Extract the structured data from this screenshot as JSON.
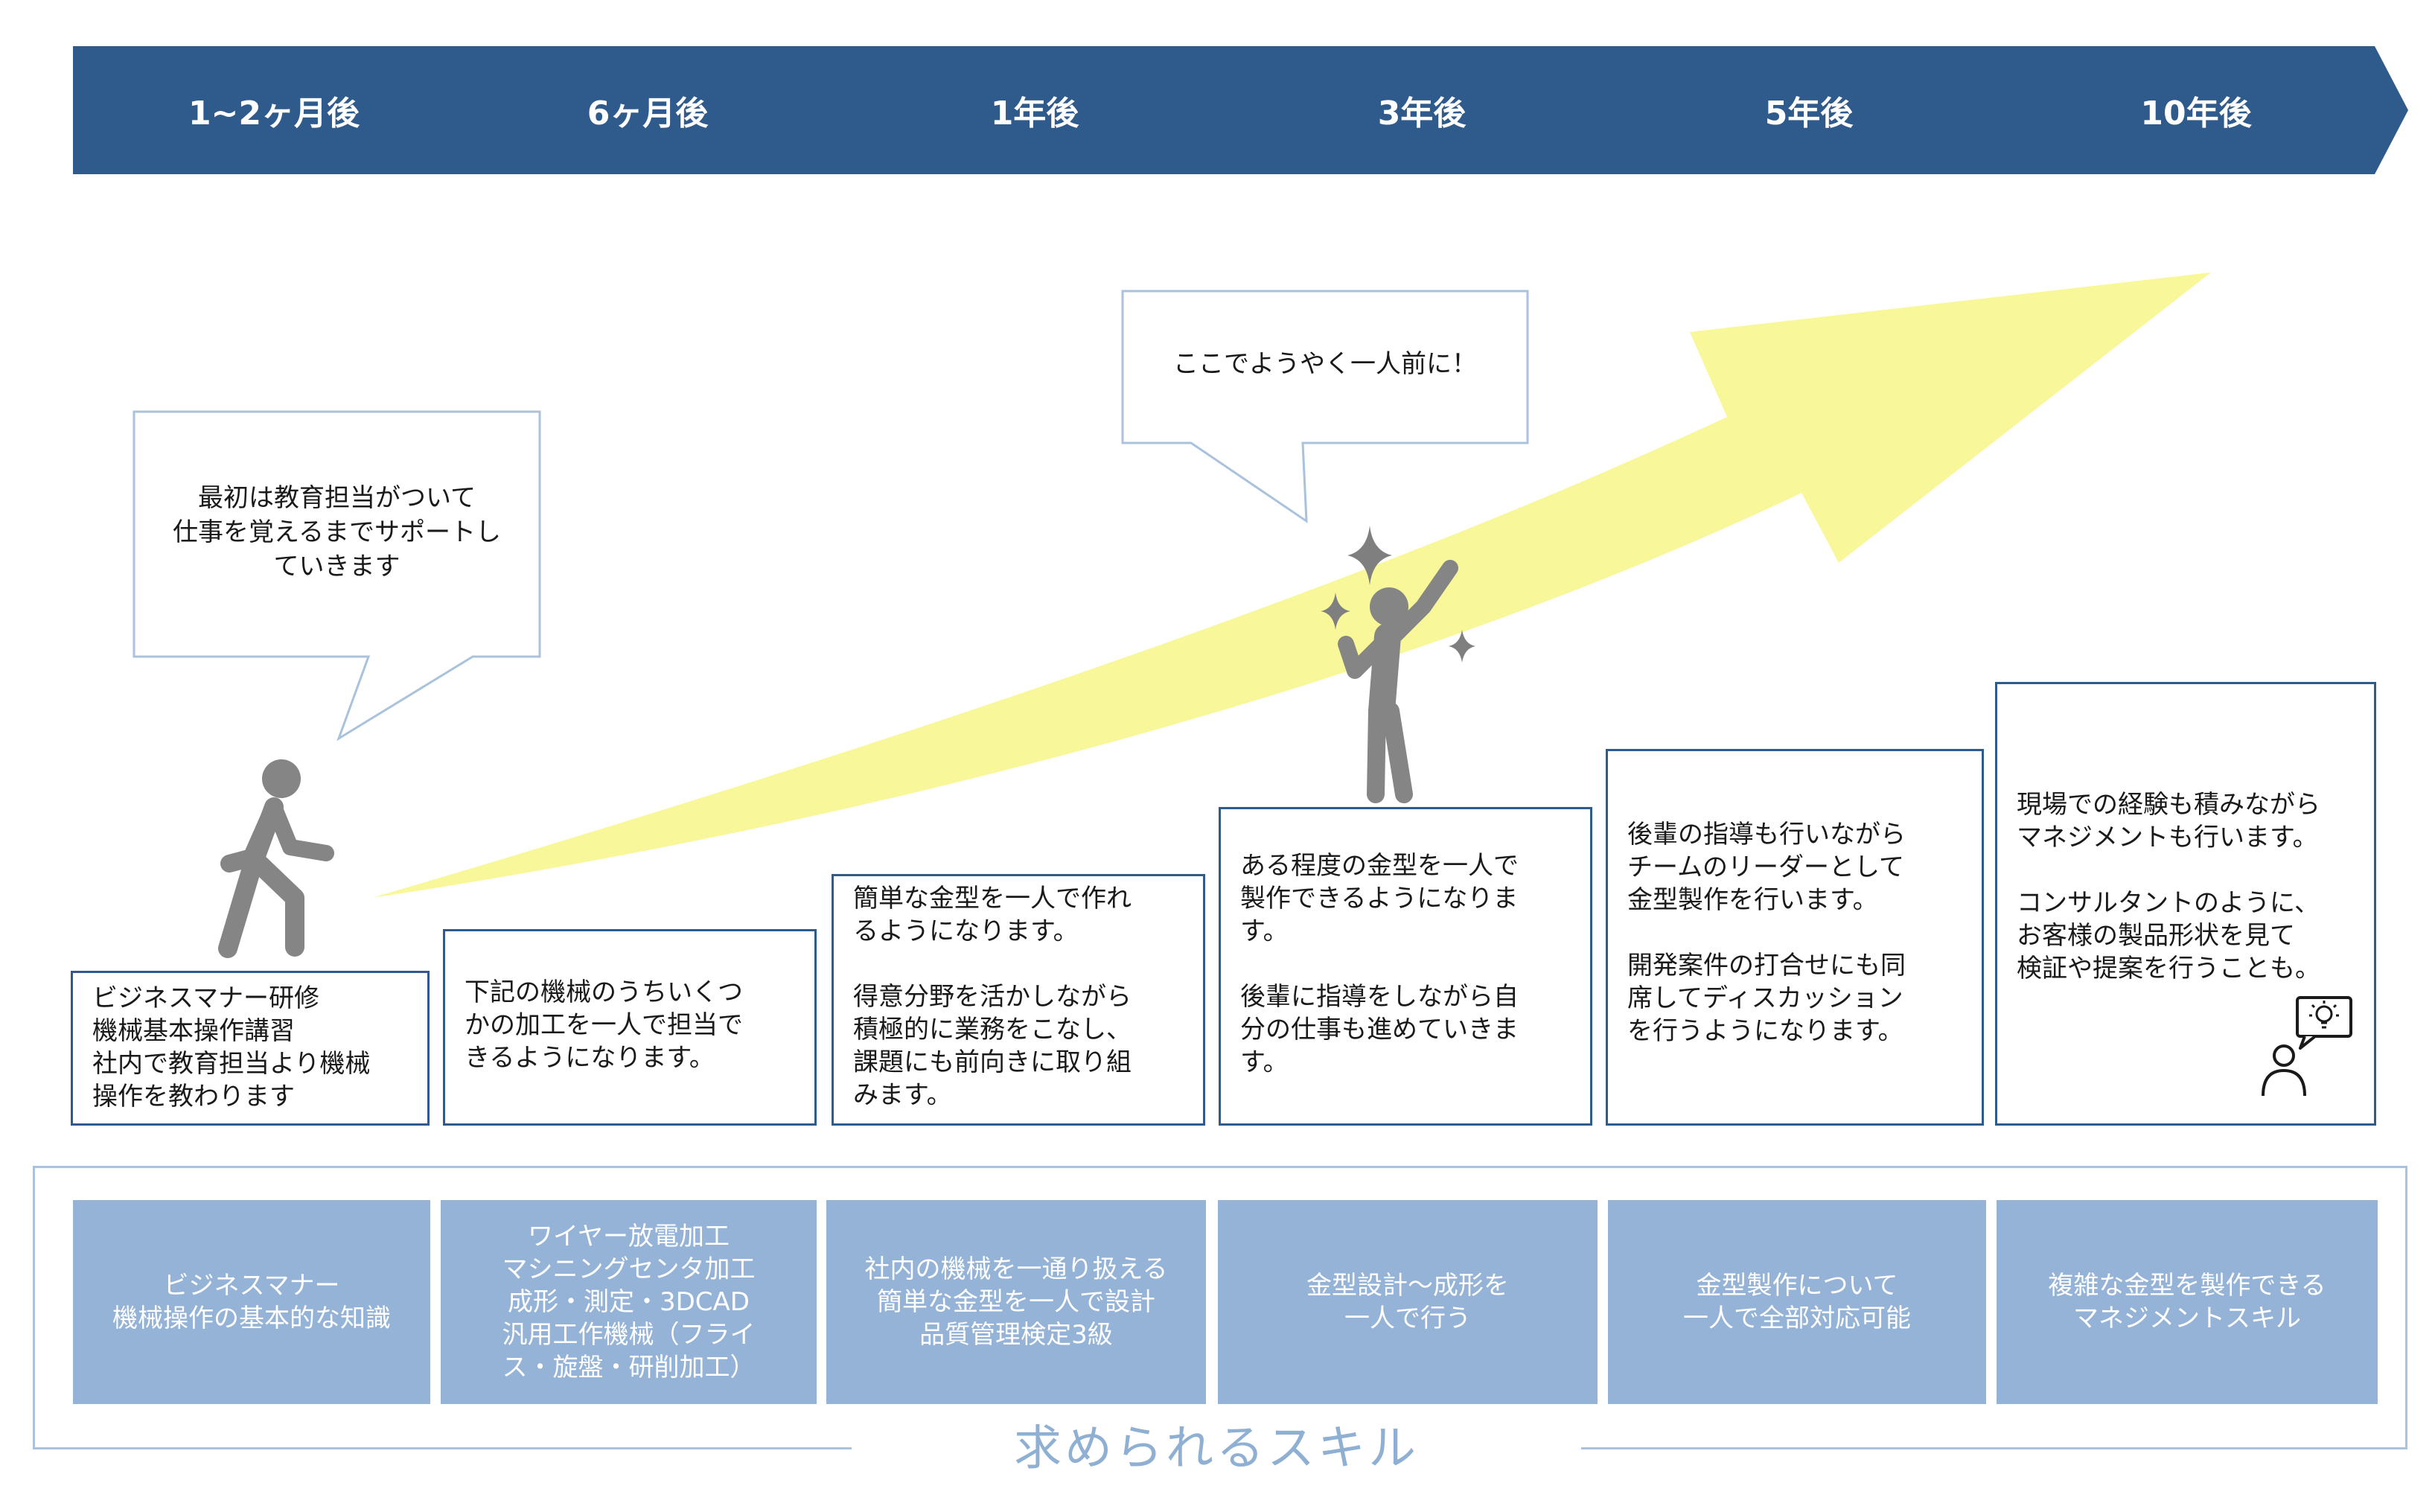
{
  "timeline": [
    "1~2ヶ月後",
    "6ヶ月後",
    "1年後",
    "3年後",
    "5年後",
    "10年後"
  ],
  "bubbles": {
    "first": [
      "最初は教育担当がついて",
      "仕事を覚えるまでサポートし",
      "ていきます"
    ],
    "second": [
      "ここでようやく一人前に！"
    ]
  },
  "steps": [
    [
      "ビジネスマナー研修",
      "機械基本操作講習",
      "社内で教育担当より機械",
      "操作を教わります"
    ],
    [
      "下記の機械のうちいくつ",
      "かの加工を一人で担当で",
      "きるようになります。"
    ],
    [
      "簡単な金型を一人で作れ",
      "るようになります。",
      "",
      "得意分野を活かしながら",
      "積極的に業務をこなし、",
      "課題にも前向きに取り組",
      "みます。"
    ],
    [
      "ある程度の金型を一人で",
      "製作できるようになりま",
      "す。",
      "",
      "後輩に指導をしながら自",
      "分の仕事も進めていきま",
      "す。"
    ],
    [
      "後輩の指導も行いながら",
      "チームのリーダーとして",
      "金型製作を行います。",
      "",
      "開発案件の打合せにも同",
      "席してディスカッション",
      "を行うようになります。"
    ],
    [
      "現場での経験も積みながら",
      "マネジメントも行います。",
      "",
      "コンサルタントのように、",
      "お客様の製品形状を見て",
      "検証や提案を行うことも。"
    ]
  ],
  "skills_title": "求められるスキル",
  "skills": [
    [
      "ビジネスマナー",
      "機械操作の基本的な知識"
    ],
    [
      "ワイヤー放電加工",
      "マシニングセンタ加工",
      "成形・測定・3DCAD",
      "汎用工作機械（フライ",
      "ス・旋盤・研削加工）"
    ],
    [
      "社内の機械を一通り扱える",
      "簡単な金型を一人で設計",
      "品質管理検定3級"
    ],
    [
      "金型設計～成形を",
      "一人で行う"
    ],
    [
      "金型製作について",
      "一人で全部対応可能"
    ],
    [
      "複雑な金型を製作できる",
      "マネジメントスキル"
    ]
  ],
  "colors": {
    "timeline": "#2f5a8c",
    "arrow": "#f8f79a",
    "figure": "#858585",
    "box_border": "#2f5a8c",
    "skill_fill": "#94b3d7",
    "skill_title": "#8fb0d2"
  },
  "icons": [
    "walking-person-icon",
    "cheering-person-icon",
    "sparkle-icon",
    "idea-person-icon",
    "lightbulb-icon"
  ]
}
